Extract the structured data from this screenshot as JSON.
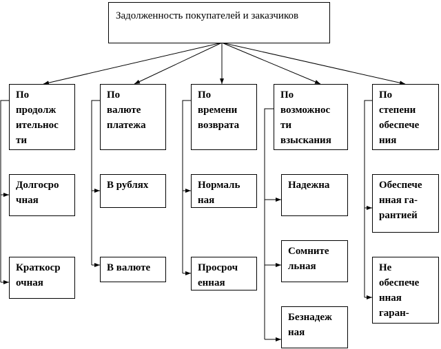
{
  "title": "Задолженность покупателей и заказчиков",
  "categories": [
    {
      "label": "По\nпродолж\nительнос\nти",
      "items": [
        "Долгосро\nчная",
        "Краткоср\nочная"
      ]
    },
    {
      "label": "По\nвалюте\nплатежа",
      "items": [
        "В рублях",
        "В валюте"
      ]
    },
    {
      "label": "По\nвремени\nвозврата",
      "items": [
        "Нормаль\nная",
        "Просроч\nенная"
      ]
    },
    {
      "label": "По\nвозможнос\nти\nвзыскания",
      "items": [
        "Надежна",
        "Сомните\nльная",
        "Безнадеж\nная"
      ]
    },
    {
      "label": "По\nстепени\nобеспече\nния",
      "items": [
        "Обеспече\nнная га-\nрантией",
        "Не\nобеспече\nнная\nгаран-"
      ]
    }
  ]
}
